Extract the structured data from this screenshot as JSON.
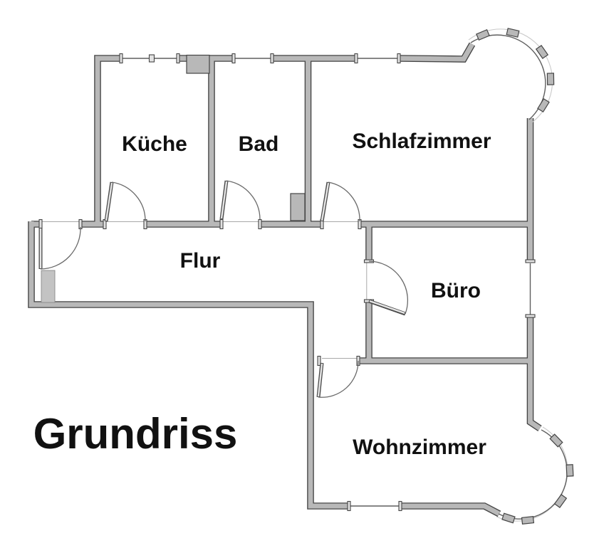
{
  "title": "Grundriss",
  "plan": {
    "rooms": {
      "kueche": "Küche",
      "bad": "Bad",
      "schlafzimmer": "Schlafzimmer",
      "flur": "Flur",
      "buero": "Büro",
      "wohnzimmer": "Wohnzimmer"
    },
    "features": {
      "doors": [
        "entrance-door",
        "kueche-door",
        "bad-door",
        "schlafzimmer-door",
        "buero-door",
        "wohnzimmer-door"
      ],
      "windows": [
        "kueche-window",
        "bad-window",
        "schlafzimmer-window",
        "schlafzimmer-bay-window",
        "buero-window",
        "wohnzimmer-window",
        "wohnzimmer-bay-window"
      ]
    }
  },
  "colors": {
    "background": "#ffffff",
    "wall_fill": "#b8b8b8",
    "wall_outline": "#454545",
    "thin_line": "#5f5f5f",
    "label_text": "#111111"
  }
}
